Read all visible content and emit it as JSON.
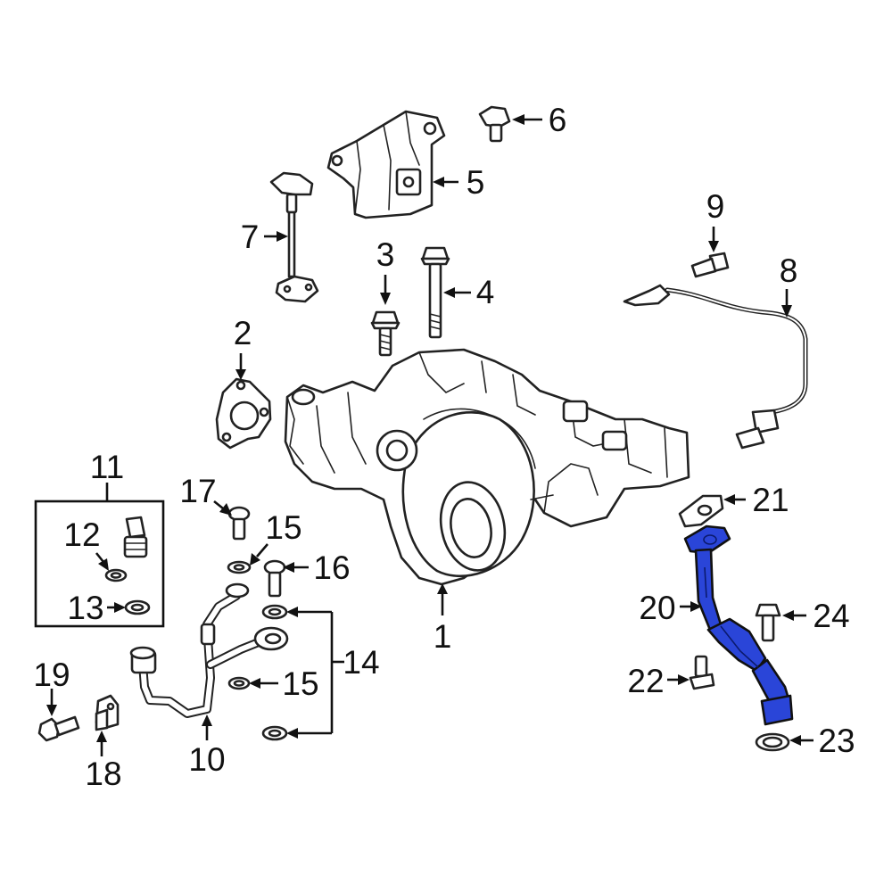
{
  "accent_color": "#2a45d8",
  "callouts": {
    "c1": "1",
    "c2": "2",
    "c3": "3",
    "c4": "4",
    "c5": "5",
    "c6": "6",
    "c7": "7",
    "c8": "8",
    "c9": "9",
    "c10": "10",
    "c11": "11",
    "c12": "12",
    "c13": "13",
    "c14": "14",
    "c15a": "15",
    "c15b": "15",
    "c16": "16",
    "c17": "17",
    "c18": "18",
    "c19": "19",
    "c20": "20",
    "c21": "21",
    "c22": "22",
    "c23": "23",
    "c24": "24"
  }
}
